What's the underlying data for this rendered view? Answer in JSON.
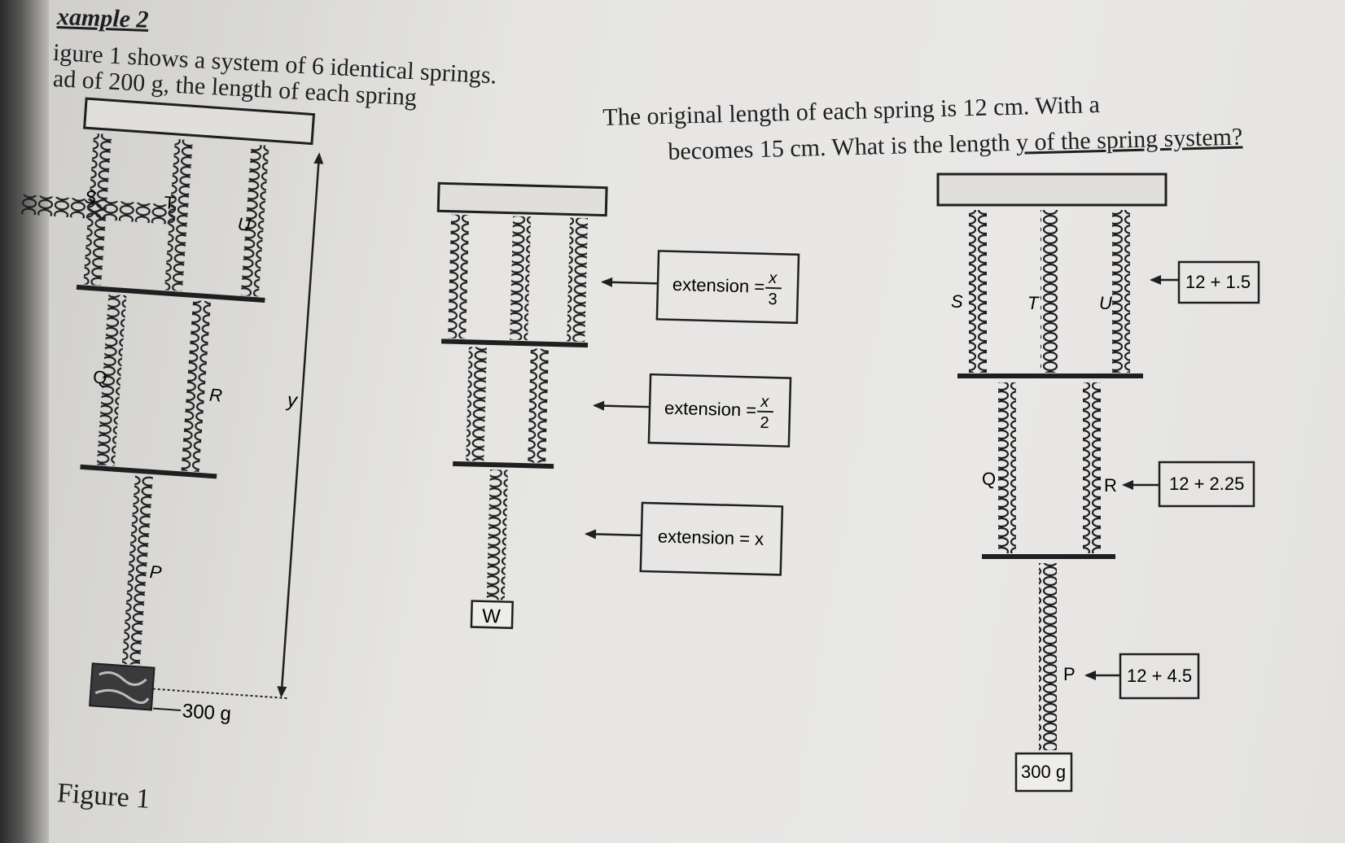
{
  "heading": "xample 2",
  "text_lines": [
    "igure 1 shows a system of 6 identical springs.",
    "ad of 200 g, the length of each spring",
    "The original length of each spring is 12 cm. With a",
    "becomes 15 cm. What is the length"
  ],
  "text_tail_plain": "y",
  "text_tail_rest": " of the spring system?",
  "figure1": {
    "spring_labels": [
      "S",
      "T",
      "U",
      "Q",
      "R",
      "P"
    ],
    "length_label": "y",
    "mass_label": "300 g",
    "caption": "Figure 1"
  },
  "figure2": {
    "weight_label": "W",
    "box1": {
      "text": "extension =",
      "num": "x",
      "den": "3"
    },
    "box2": {
      "text": "extension =",
      "num": "x",
      "den": "2"
    },
    "box3": {
      "text": "extension = x"
    }
  },
  "figure3": {
    "spring_labels": [
      "S",
      "T",
      "U",
      "Q",
      "R",
      "P"
    ],
    "box_top": "12 + 1.5",
    "box_mid": "12 + 2.25",
    "box_bottom": "12 + 4.5",
    "mass_label": "300 g"
  },
  "colors": {
    "ink": "#1f1f22",
    "paper": "#e8e7e4"
  }
}
